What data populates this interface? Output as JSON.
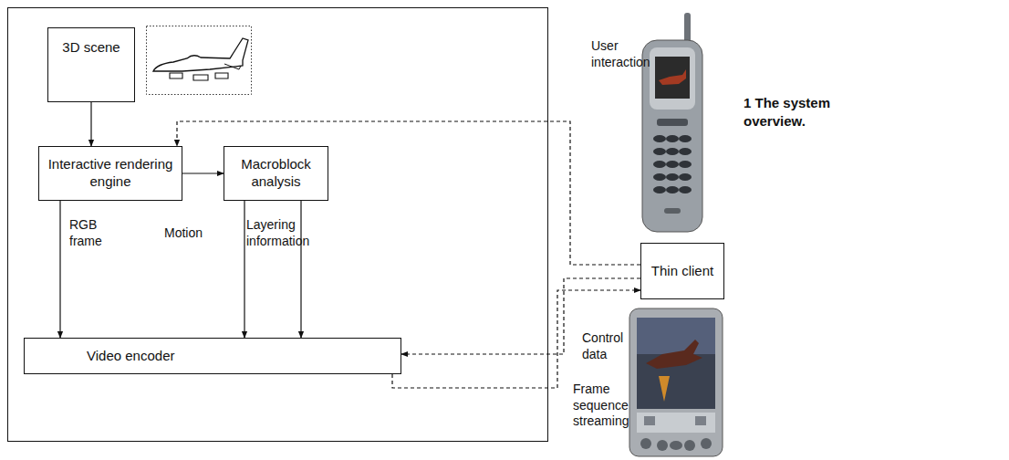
{
  "diagram": {
    "caption": "1 The system overview.",
    "nodes": [
      {
        "text": [
          "3D scene"
        ]
      },
      {
        "text": [
          "Interactive rendering engine"
        ]
      },
      {
        "text": [
          "Macroblock analysis"
        ]
      },
      {
        "text": [
          "Video encoder"
        ]
      },
      {
        "text": [
          "Thin client"
        ]
      }
    ],
    "edges": [
      {
        "from": 0,
        "to": 1,
        "arrow": "to"
      },
      {
        "from": 1,
        "to": 2,
        "arrow": "to"
      },
      {
        "from": 1,
        "to": 3,
        "label": "RGB frame",
        "arrow": "to"
      },
      {
        "from": 2,
        "to": 3,
        "label": "Motion",
        "arrow": "to"
      },
      {
        "from": 2,
        "to": 3,
        "label": "Layering information",
        "arrow": "to"
      },
      {
        "from": 4,
        "to": 1,
        "label": "User interaction",
        "arrow": "to"
      },
      {
        "from": 4,
        "to": 3,
        "label": "Control data",
        "arrow": "to"
      },
      {
        "from": 3,
        "to": 4,
        "label": "Frame sequence streaming",
        "arrow": "to"
      }
    ]
  }
}
